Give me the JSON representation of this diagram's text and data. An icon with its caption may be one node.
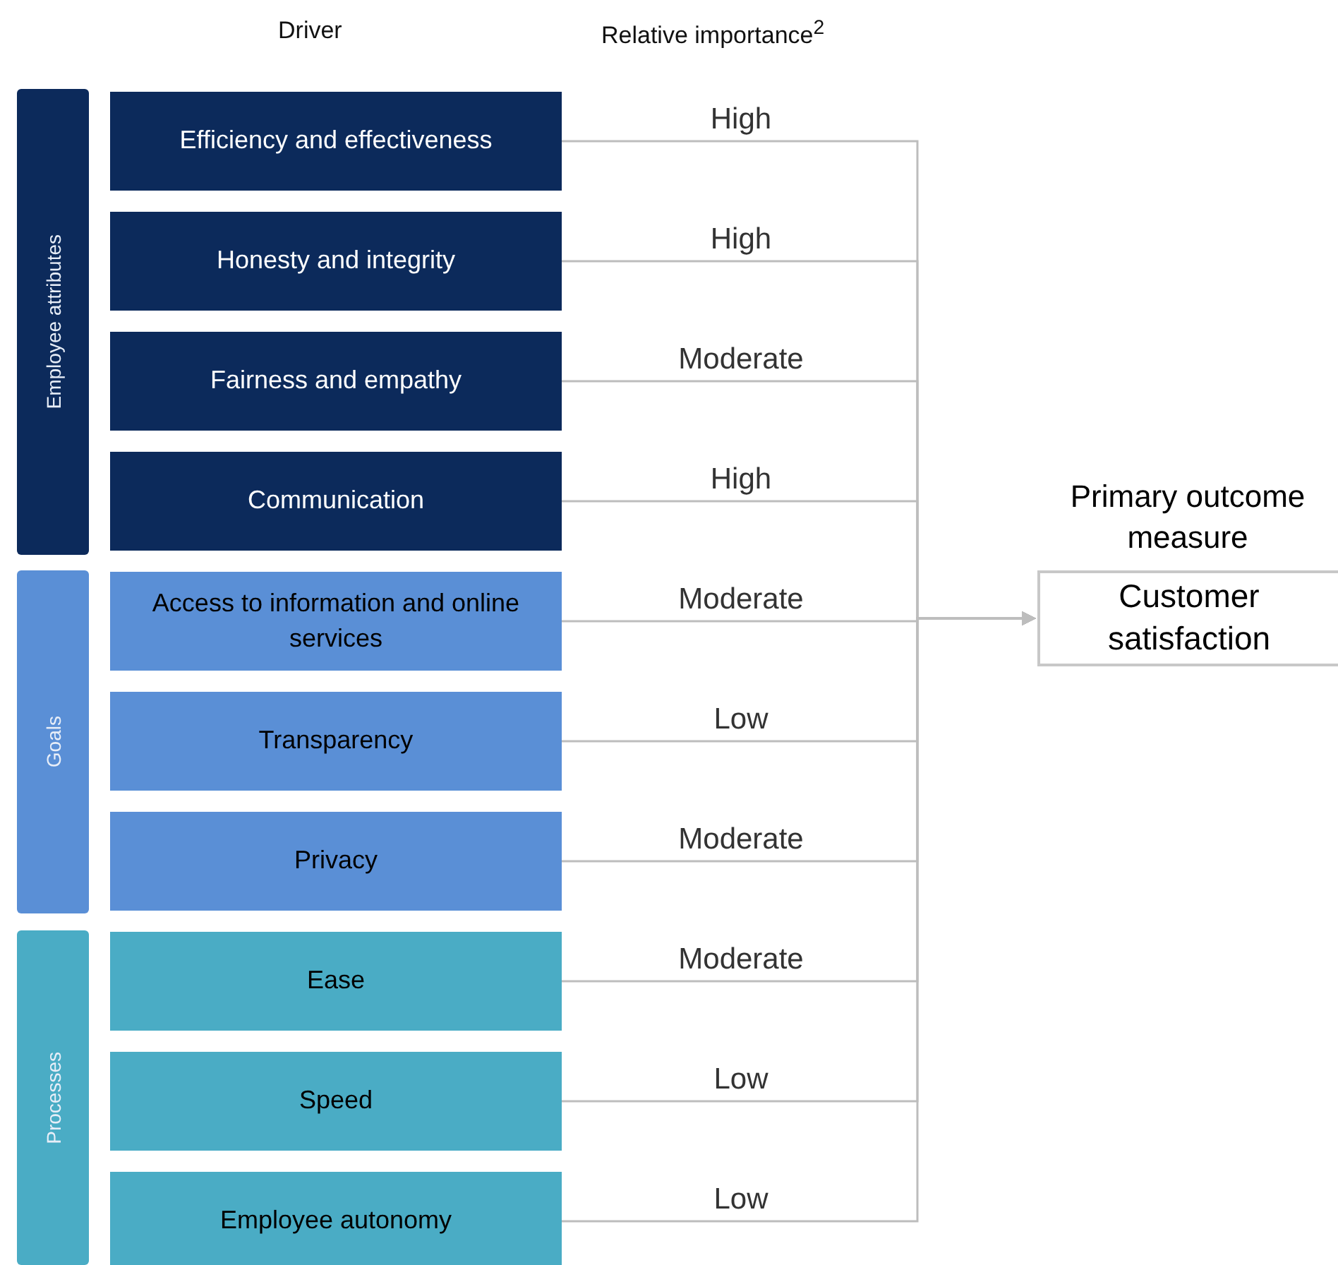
{
  "diagram": {
    "nodes": [
      {
        "text": [
          "Employee attributes"
        ]
      },
      {
        "text": [
          "Goals"
        ]
      },
      {
        "text": [
          "Processes"
        ]
      },
      {
        "text": [
          "Efficiency and effectiveness"
        ]
      },
      {
        "text": [
          "Honesty and integrity"
        ]
      },
      {
        "text": [
          "Fairness and empathy"
        ]
      },
      {
        "text": [
          "Communication"
        ]
      },
      {
        "text": [
          "Access to information and online services"
        ]
      },
      {
        "text": [
          "Transparency"
        ]
      },
      {
        "text": [
          "Privacy"
        ]
      },
      {
        "text": [
          "Ease"
        ]
      },
      {
        "text": [
          "Speed"
        ]
      },
      {
        "text": [
          "Employee autonomy"
        ]
      },
      {
        "text": [
          "Primary outcome measure",
          "Customer satisfaction"
        ]
      }
    ],
    "edges": [
      {
        "from": 3,
        "to": 13,
        "arrow": "to",
        "label": "High"
      },
      {
        "from": 4,
        "to": 13,
        "arrow": "to",
        "label": "High"
      },
      {
        "from": 5,
        "to": 13,
        "arrow": "to",
        "label": "Moderate"
      },
      {
        "from": 6,
        "to": 13,
        "arrow": "to",
        "label": "High"
      },
      {
        "from": 7,
        "to": 13,
        "arrow": "to",
        "label": "Moderate"
      },
      {
        "from": 8,
        "to": 13,
        "arrow": "to",
        "label": "Low"
      },
      {
        "from": 9,
        "to": 13,
        "arrow": "to",
        "label": "Moderate"
      },
      {
        "from": 10,
        "to": 13,
        "arrow": "to",
        "label": "Moderate"
      },
      {
        "from": 11,
        "to": 13,
        "arrow": "to",
        "label": "Low"
      },
      {
        "from": 12,
        "to": 13,
        "arrow": "to",
        "label": "Low"
      }
    ],
    "labels": [
      "Driver",
      "Relative importance$^{2}$"
    ]
  }
}
